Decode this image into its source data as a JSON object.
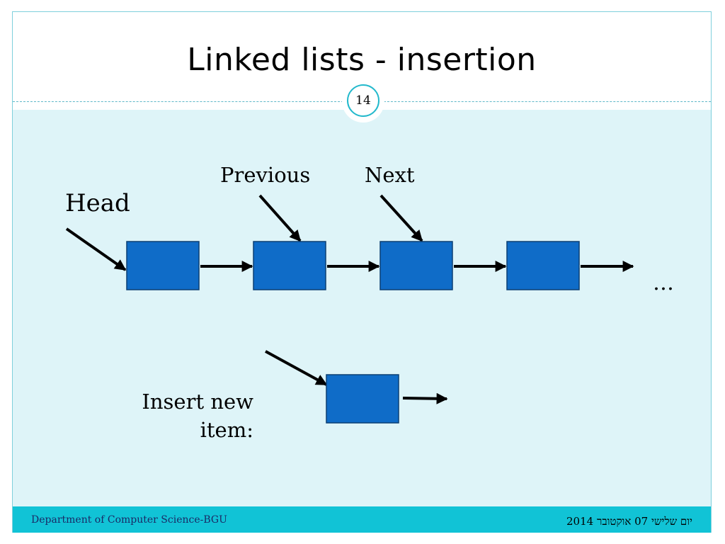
{
  "slide": {
    "title": "Linked lists - insertion",
    "page_number": "14"
  },
  "diagram": {
    "labels": {
      "previous": "Previous",
      "next": "Next",
      "head": "Head",
      "insert": "Insert new item:",
      "ellipsis": "…"
    },
    "node_color": "#0f6cc8",
    "node_count": 4,
    "new_node_count": 1
  },
  "footer": {
    "department": "Department of Computer Science-BGU",
    "date": "יום שלישי 07 אוקטובר 2014"
  },
  "colors": {
    "accent": "#11c3d6",
    "content_background": "#def4f8"
  }
}
